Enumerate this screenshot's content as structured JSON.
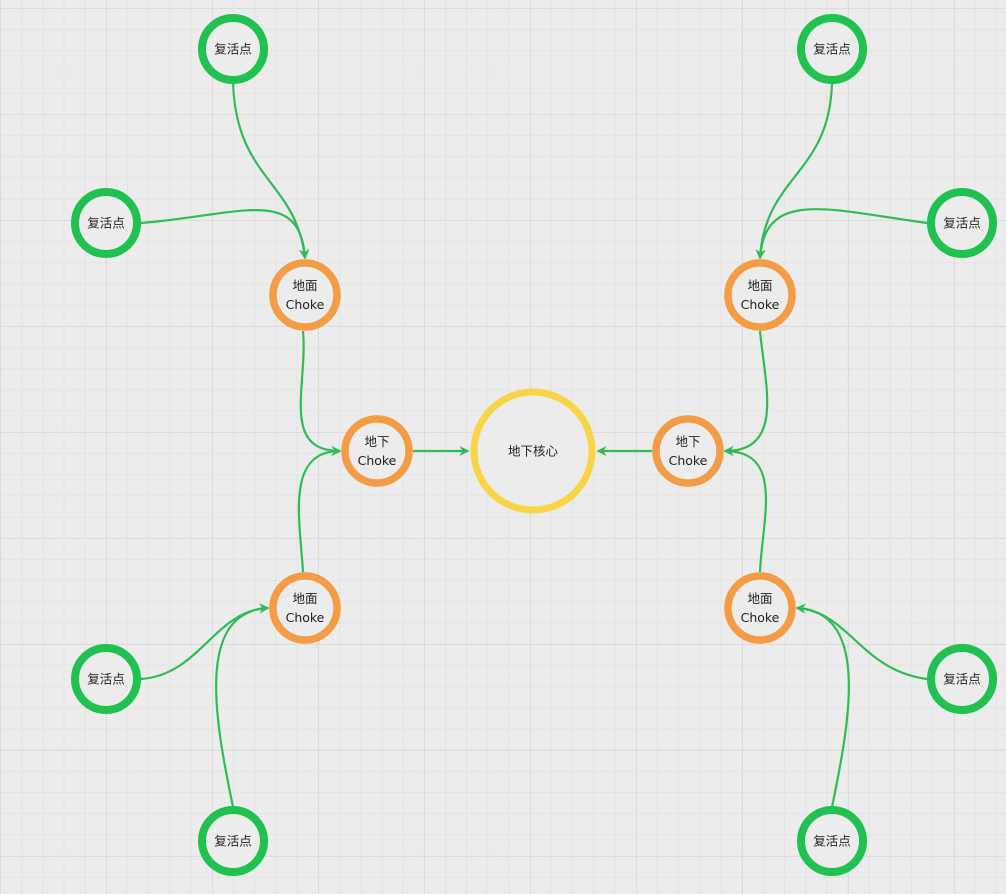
{
  "colors": {
    "background": "#ececec",
    "respawn_ring": "#21c151",
    "choke_ring": "#f39b45",
    "core_ring": "#f8d547",
    "connector": "#2ebd55",
    "label_text": "#222222"
  },
  "nodes": [
    {
      "id": "respawn-tl-top",
      "kind": "respawn",
      "label_lines": [
        "复活点"
      ]
    },
    {
      "id": "respawn-tl-side",
      "kind": "respawn",
      "label_lines": [
        "复活点"
      ]
    },
    {
      "id": "ground-choke-tl",
      "kind": "choke",
      "label_lines": [
        "地面",
        "Choke"
      ]
    },
    {
      "id": "respawn-tr-top",
      "kind": "respawn",
      "label_lines": [
        "复活点"
      ]
    },
    {
      "id": "respawn-tr-side",
      "kind": "respawn",
      "label_lines": [
        "复活点"
      ]
    },
    {
      "id": "ground-choke-tr",
      "kind": "choke",
      "label_lines": [
        "地面",
        "Choke"
      ]
    },
    {
      "id": "underground-choke-left",
      "kind": "choke",
      "label_lines": [
        "地下",
        "Choke"
      ]
    },
    {
      "id": "underground-core",
      "kind": "core",
      "label_lines": [
        "地下核心"
      ]
    },
    {
      "id": "underground-choke-right",
      "kind": "choke",
      "label_lines": [
        "地下",
        "Choke"
      ]
    },
    {
      "id": "ground-choke-bl",
      "kind": "choke",
      "label_lines": [
        "地面",
        "Choke"
      ]
    },
    {
      "id": "ground-choke-br",
      "kind": "choke",
      "label_lines": [
        "地面",
        "Choke"
      ]
    },
    {
      "id": "respawn-bl-side",
      "kind": "respawn",
      "label_lines": [
        "复活点"
      ]
    },
    {
      "id": "respawn-bl-bottom",
      "kind": "respawn",
      "label_lines": [
        "复活点"
      ]
    },
    {
      "id": "respawn-br-side",
      "kind": "respawn",
      "label_lines": [
        "复活点"
      ]
    },
    {
      "id": "respawn-br-bottom",
      "kind": "respawn",
      "label_lines": [
        "复活点"
      ]
    }
  ],
  "edges": [
    {
      "from": "respawn-tl-top",
      "to": "ground-choke-tl"
    },
    {
      "from": "respawn-tl-side",
      "to": "ground-choke-tl"
    },
    {
      "from": "respawn-tr-top",
      "to": "ground-choke-tr"
    },
    {
      "from": "respawn-tr-side",
      "to": "ground-choke-tr"
    },
    {
      "from": "ground-choke-tl",
      "to": "underground-choke-left"
    },
    {
      "from": "ground-choke-bl",
      "to": "underground-choke-left"
    },
    {
      "from": "ground-choke-tr",
      "to": "underground-choke-right"
    },
    {
      "from": "ground-choke-br",
      "to": "underground-choke-right"
    },
    {
      "from": "underground-choke-left",
      "to": "underground-core"
    },
    {
      "from": "underground-choke-right",
      "to": "underground-core"
    },
    {
      "from": "respawn-bl-side",
      "to": "ground-choke-bl"
    },
    {
      "from": "respawn-bl-bottom",
      "to": "ground-choke-bl"
    },
    {
      "from": "respawn-br-side",
      "to": "ground-choke-br"
    },
    {
      "from": "respawn-br-bottom",
      "to": "ground-choke-br"
    }
  ]
}
